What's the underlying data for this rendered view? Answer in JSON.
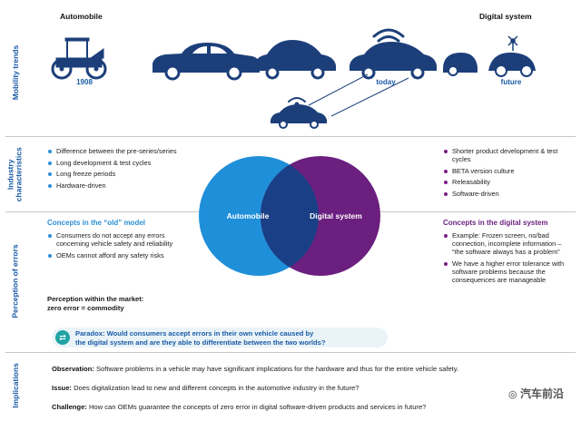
{
  "rows": {
    "mobility": "Mobility trends",
    "industry": "Industry characteristics",
    "perception": "Perception of errors",
    "implications": "Implications"
  },
  "mobility": {
    "automobile_label": "Automobile",
    "digital_label": "Digital system",
    "year_1908": "1908",
    "year_today": "today",
    "year_future": "future"
  },
  "industry": {
    "left": [
      "Difference between the pre-series/series",
      "Long development & test cycles",
      "Long freeze periods",
      "Hardware-driven"
    ],
    "right": [
      "Shorter product development & test cycles",
      "BETA version culture",
      "Releasability",
      "Software-driven"
    ]
  },
  "venn": {
    "left_label": "Automobile",
    "right_label": "Digital system",
    "colors": {
      "left": "#1f8fd9",
      "right": "#6b1f7f",
      "overlap": "#1a3f86"
    }
  },
  "perception": {
    "left_title": "Concepts in the “old” model",
    "left_items": [
      "Consumers do not accept any errors concerning vehicle safety and reliability",
      "OEMs cannot afford any safety risks"
    ],
    "market_line1": "Perception within the market:",
    "market_line2": "zero error = commodity",
    "right_title": "Concepts in the digital system",
    "right_items": [
      "Example: Frozen screen, no/bad connection, incomplete information – “the software always has a problem”",
      "We have a higher error tolerance with software problems because the consequences are manageable"
    ]
  },
  "paradox": {
    "line1": "Paradox: Would consumers accept errors in their own vehicle caused by",
    "line2": "the digital system and are they able to differentiate between the two worlds?"
  },
  "implications": {
    "observation_label": "Observation:",
    "observation_text": "Software problems in a vehicle may have significant implications for the hardware and thus for the entire vehicle safety.",
    "issue_label": "Issue:",
    "issue_text": "Does digitalization lead to new and different concepts in the automotive industry in the future?",
    "challenge_label": "Challenge:",
    "challenge_text": "How can OEMs guarantee the concepts of zero error in digital software-driven products and services in future?"
  },
  "watermark": "汽车前沿",
  "colors": {
    "blue": "#1a5aa6",
    "light_blue": "#2b8fd6",
    "purple": "#6b1f7f",
    "car_navy": "#1c3f7a",
    "teal": "#1fa3a4"
  }
}
